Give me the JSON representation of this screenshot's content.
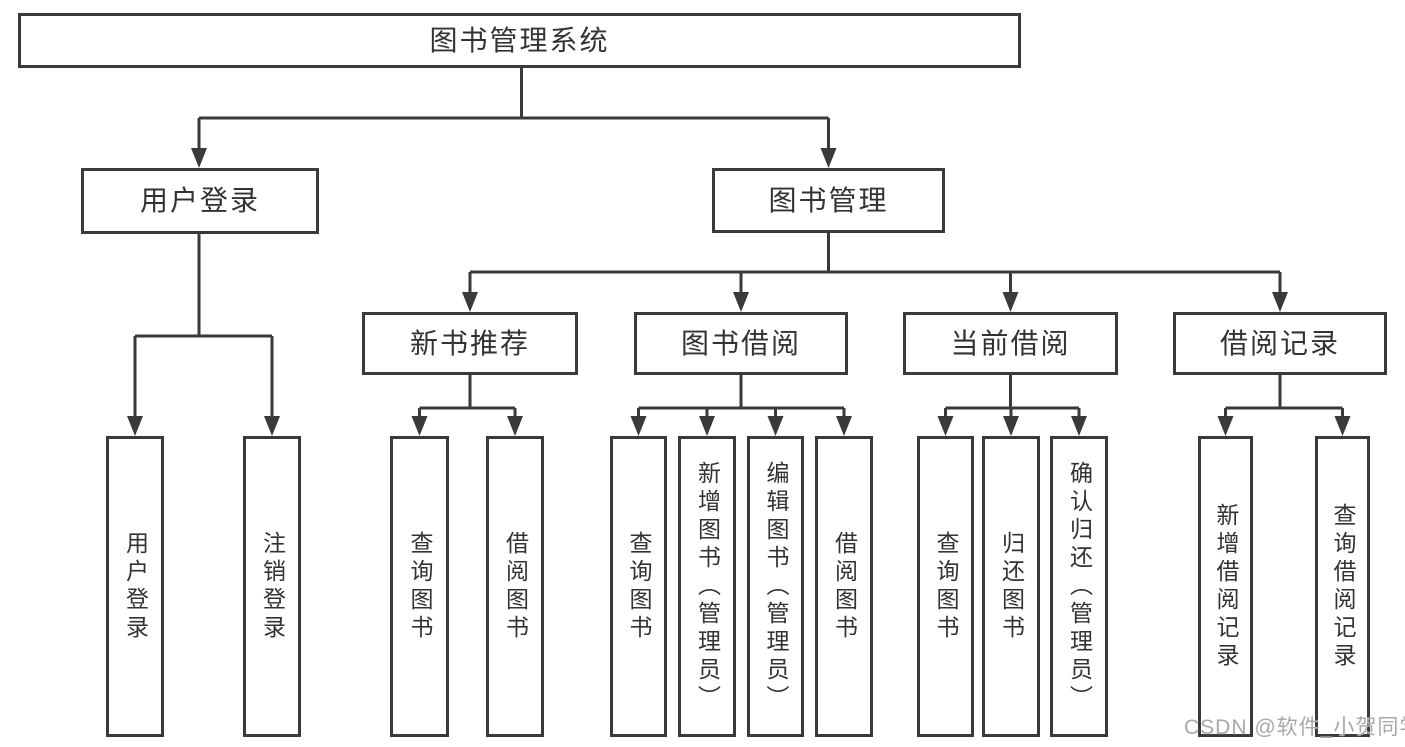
{
  "diagram": {
    "title": "图书管理系统",
    "root": {
      "label": "图书管理系统"
    },
    "level2": [
      {
        "label": "用户登录",
        "children": [
          {
            "label": "用户登录"
          },
          {
            "label": "注销登录"
          }
        ]
      },
      {
        "label": "图书管理",
        "sections": [
          {
            "label": "新书推荐",
            "children": [
              {
                "label": "查询图书"
              },
              {
                "label": "借阅图书"
              }
            ]
          },
          {
            "label": "图书借阅",
            "children": [
              {
                "label": "查询图书"
              },
              {
                "label": "新增图书（管理员）"
              },
              {
                "label": "编辑图书（管理员）"
              },
              {
                "label": "借阅图书"
              }
            ]
          },
          {
            "label": "当前借阅",
            "children": [
              {
                "label": "查询图书"
              },
              {
                "label": "归还图书"
              },
              {
                "label": "确认归还（管理员）"
              }
            ]
          },
          {
            "label": "借阅记录",
            "children": [
              {
                "label": "新增借阅记录"
              },
              {
                "label": "查询借阅记录"
              }
            ]
          }
        ]
      }
    ]
  },
  "watermark": {
    "text": "CSDN @软件_小贺同学"
  },
  "colors": {
    "line": "#3a3a3a",
    "box_border": "#3a3a3a",
    "text": "#333333",
    "watermark": "#a8a8a8",
    "background": "#ffffff"
  }
}
